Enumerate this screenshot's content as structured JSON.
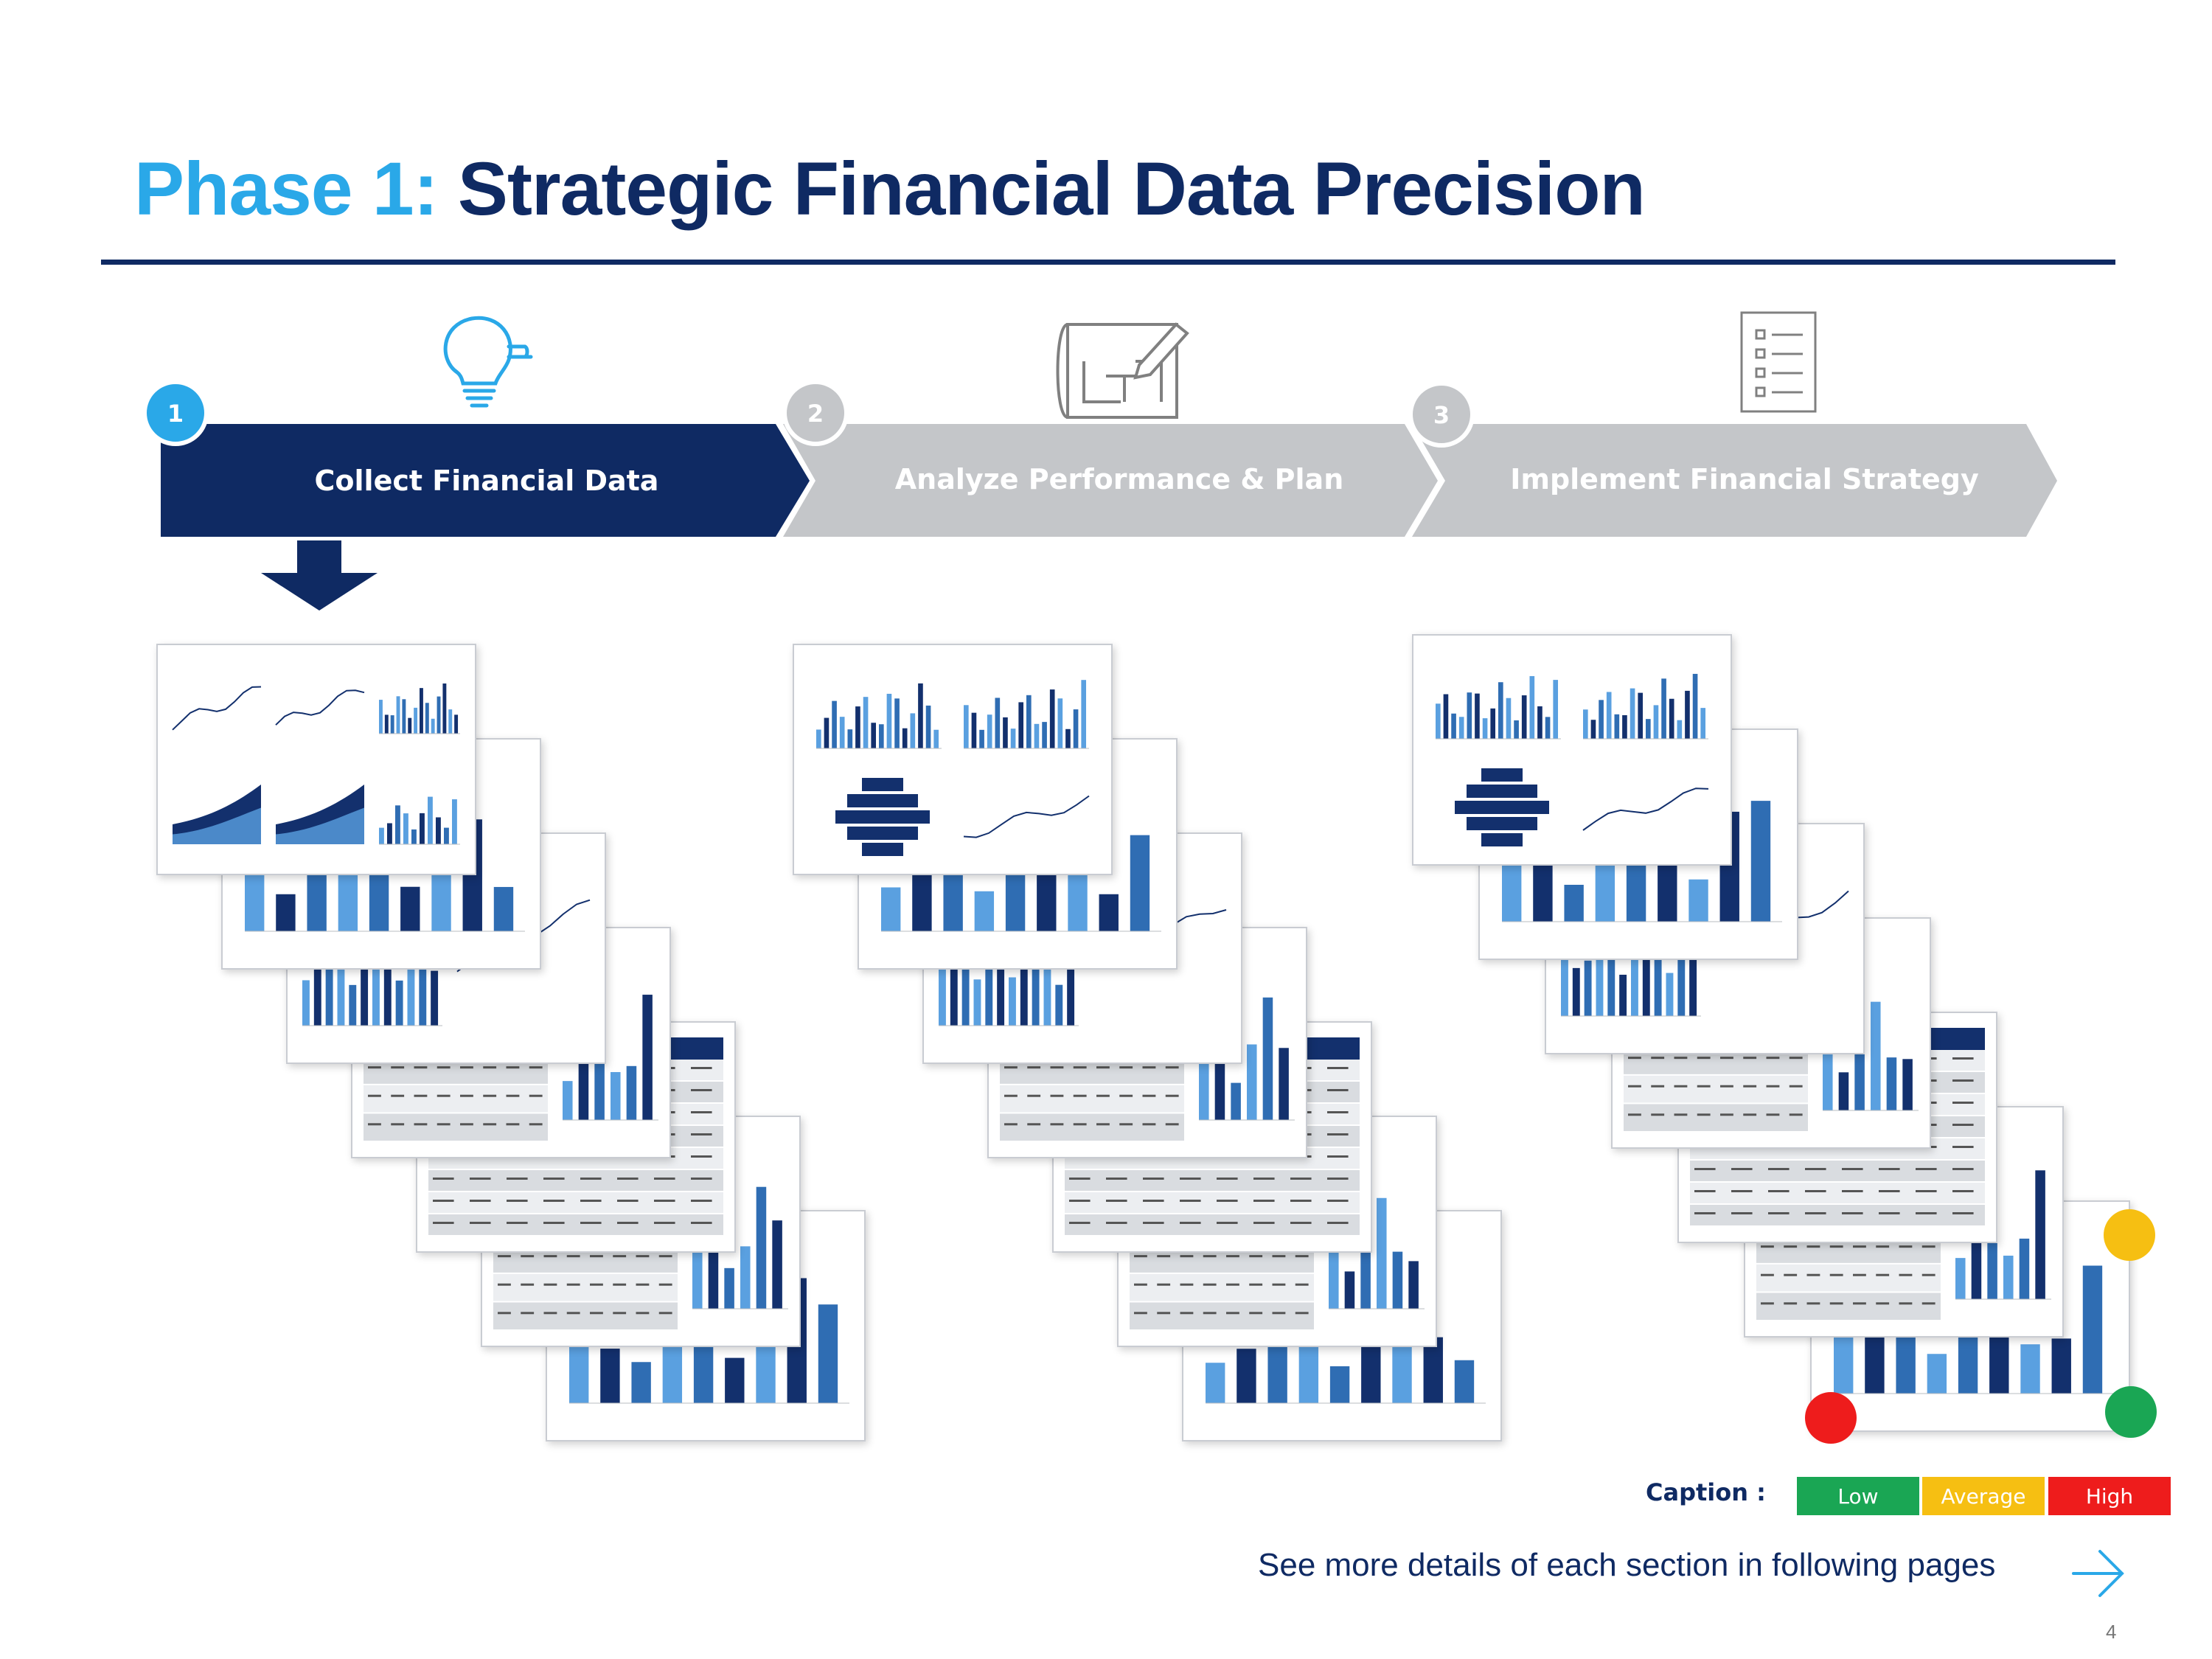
{
  "title": {
    "prefix": "Phase 1:",
    "main": "Strategic Financial Data Precision"
  },
  "phases": [
    {
      "number": "1",
      "label": "Collect Financial Data",
      "active": true,
      "icon": "lightbulb-icon"
    },
    {
      "number": "2",
      "label": "Analyze Performance & Plan",
      "active": false,
      "icon": "blueprint-pencil-icon"
    },
    {
      "number": "3",
      "label": "Implement Financial Strategy",
      "active": false,
      "icon": "checklist-icon"
    }
  ],
  "colors": {
    "navy": "#0f2a63",
    "accent": "#2aa8e8",
    "inactive": "#c4c6c9",
    "low": "#1aa654",
    "average": "#f6bf12",
    "high": "#ee1c1c"
  },
  "caption": {
    "label": "Caption :",
    "levels": [
      {
        "label": "Low",
        "color": "#1aa654"
      },
      {
        "label": "Average",
        "color": "#f6bf12"
      },
      {
        "label": "High",
        "color": "#ee1c1c"
      }
    ]
  },
  "footer": {
    "text": "See more details of each section in following pages"
  },
  "page_number": "4"
}
